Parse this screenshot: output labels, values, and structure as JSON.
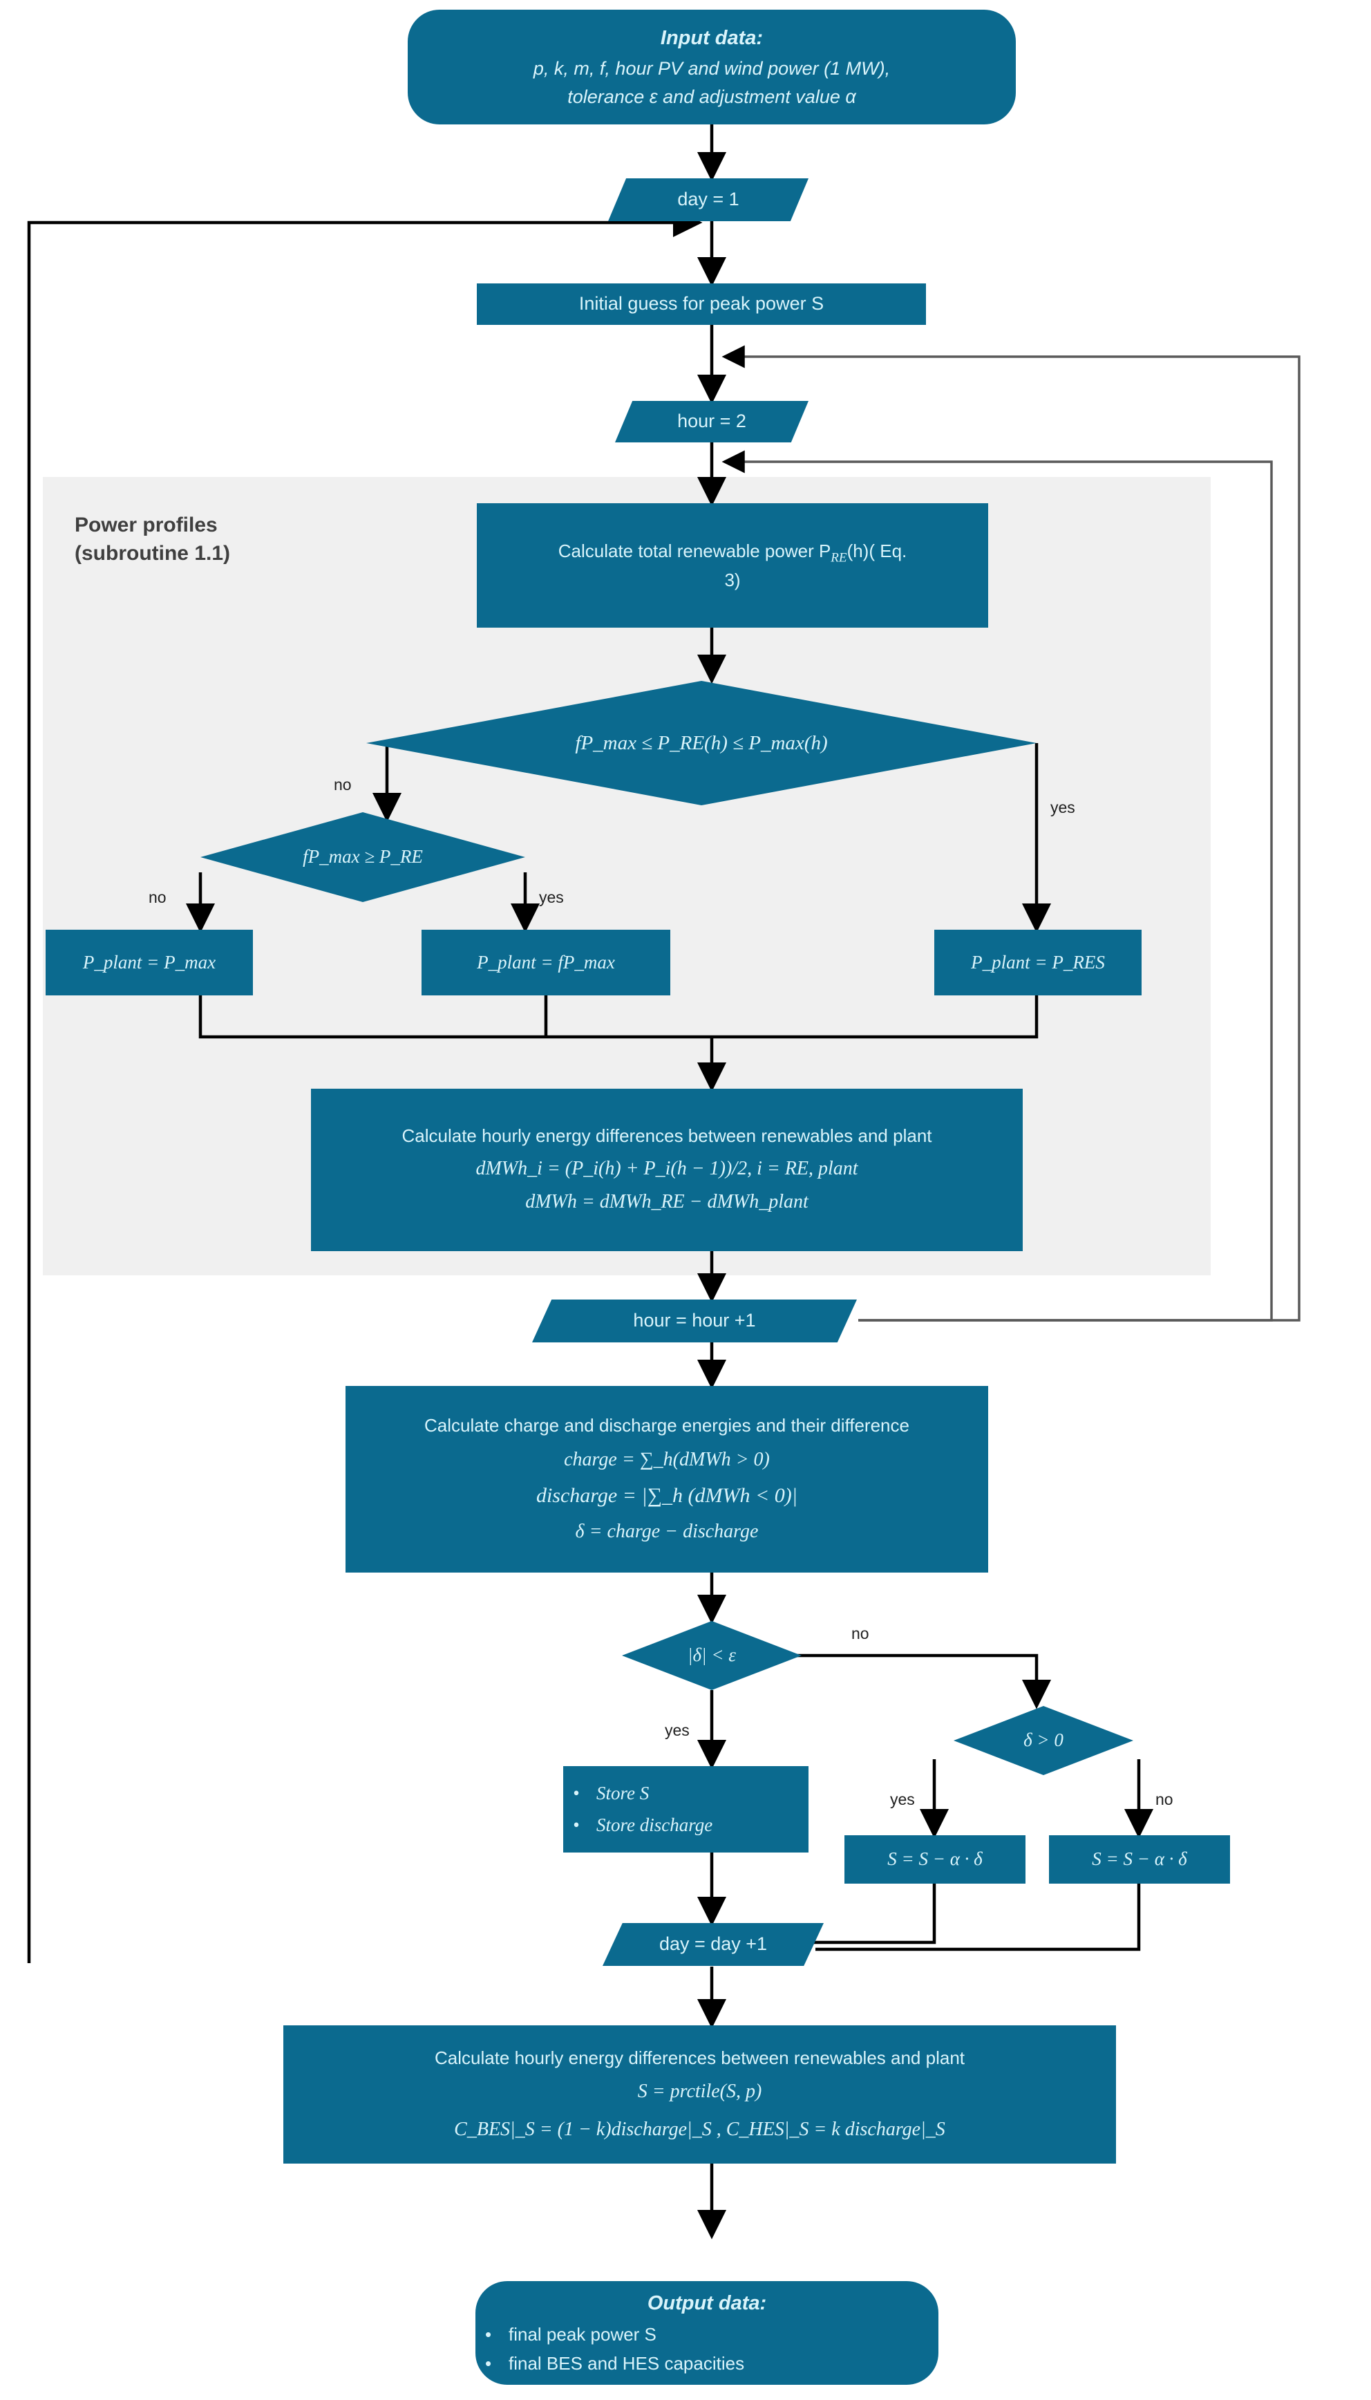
{
  "diagram": {
    "title": "Peak power and storage sizing algorithm flowchart",
    "colors": {
      "node_fill": "#0b6a8f",
      "node_text": "#d9f4fb",
      "subroutine_zone": "#f0f0f0",
      "connector": "#000000",
      "loop_connector": "#595959",
      "label_text": "#202020",
      "subroutine_label": "#3f3f3f",
      "background": "#ffffff"
    },
    "subroutine": {
      "label_line1": "Power profiles",
      "label_line2": "(subroutine 1.1)"
    },
    "nodes": {
      "input": {
        "shape": "terminator",
        "title": "Input data:",
        "line1": "p, k, m, f, hour PV  and wind power (1 MW),",
        "line2": "tolerance ε and adjustment value α"
      },
      "day_init": {
        "shape": "parallelogram",
        "text": "day = 1"
      },
      "initial_guess": {
        "shape": "process",
        "text": "Initial guess for peak power S"
      },
      "hour_init": {
        "shape": "parallelogram",
        "text": "hour = 2"
      },
      "calc_re": {
        "shape": "process",
        "line1": "Calculate total renewable power P",
        "sub1": "RE",
        "line1b": "(h)( Eq.",
        "line2": "3)"
      },
      "dec_range": {
        "shape": "decision",
        "text": "fP_max ≤ P_RE(h) ≤ P_max(h)"
      },
      "dec_fpmax": {
        "shape": "decision",
        "text": "fP_max ≥ P_RE"
      },
      "p_max": {
        "shape": "process",
        "text": "P_plant = P_max"
      },
      "p_fmax": {
        "shape": "process",
        "text": "P_plant = fP_max"
      },
      "p_res": {
        "shape": "process",
        "text": "P_plant = P_RES"
      },
      "calc_diff": {
        "shape": "process",
        "line1": "Calculate hourly energy differences between renewables and plant",
        "line2": "dMWh_i = (P_i(h) + P_i(h − 1))/2, i = RE, plant",
        "line3": "dMWh = dMWh_RE − dMWh_plant"
      },
      "hour_inc": {
        "shape": "parallelogram",
        "text": "hour = hour +1"
      },
      "calc_charge": {
        "shape": "process",
        "line1": "Calculate charge and discharge energies and their difference",
        "line2": "charge = ∑_h(dMWh > 0)",
        "line3": "discharge = |∑_h (dMWh < 0)|",
        "line4": "δ = charge − discharge"
      },
      "dec_tol": {
        "shape": "decision",
        "text": "|δ| < ε"
      },
      "dec_delta": {
        "shape": "decision",
        "text": "δ > 0"
      },
      "store": {
        "shape": "process",
        "bullet1": "Store S",
        "bullet2": "Store discharge"
      },
      "s_update_yes": {
        "shape": "process",
        "text": "S = S − α · δ"
      },
      "s_update_no": {
        "shape": "process",
        "text": "S = S − α · δ"
      },
      "day_inc": {
        "shape": "parallelogram",
        "text": "day = day +1"
      },
      "final_calc": {
        "shape": "process",
        "line1": "Calculate hourly energy differences between renewables and plant",
        "line2": "S = prctile(S, p)",
        "line3": "C_BES|_S = (1 − k)discharge|_S ,    C_HES|_S = k discharge|_S"
      },
      "output": {
        "shape": "terminator",
        "title": "Output data:",
        "bullet1": "final peak power S",
        "bullet2": "final BES and HES capacities"
      }
    },
    "edge_labels": {
      "range_no": "no",
      "range_yes": "yes",
      "fpmax_no": "no",
      "fpmax_yes": "yes",
      "tol_no": "no",
      "tol_yes": "yes",
      "delta_yes": "yes",
      "delta_no": "no"
    }
  }
}
